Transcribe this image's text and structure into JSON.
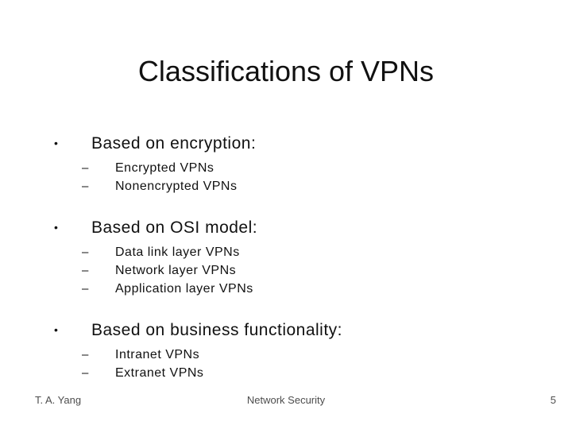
{
  "slide": {
    "title": "Classifications of VPNs",
    "glyphs": {
      "bullet": "•",
      "dash": "–"
    },
    "sections": [
      {
        "heading": "Based on encryption:",
        "items": [
          "Encrypted VPNs",
          "Nonencrypted VPNs"
        ]
      },
      {
        "heading": "Based on OSI model:",
        "items": [
          "Data link layer VPNs",
          "Network layer VPNs",
          "Application layer VPNs"
        ]
      },
      {
        "heading": "Based on business functionality:",
        "items": [
          "Intranet VPNs",
          "Extranet VPNs"
        ]
      }
    ],
    "footer": {
      "author": "T. A. Yang",
      "course": "Network Security",
      "page_number": "5"
    },
    "colors": {
      "background": "#ffffff",
      "text": "#111111",
      "footer_text": "#4d4d4d"
    }
  }
}
